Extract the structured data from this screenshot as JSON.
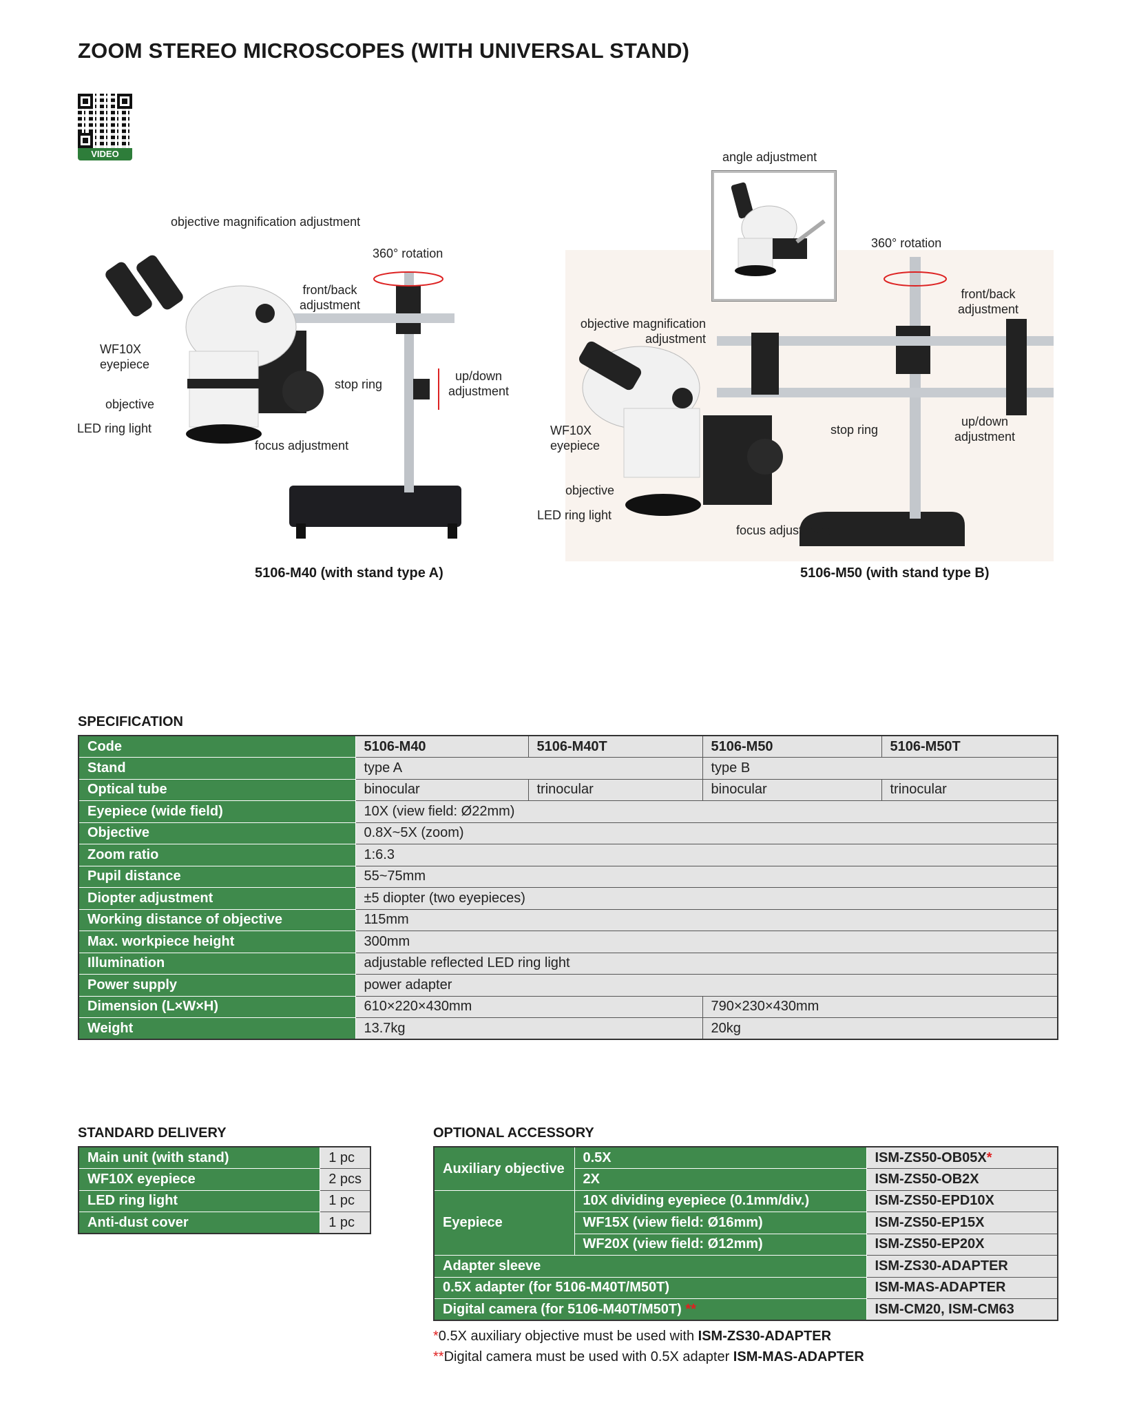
{
  "title": "ZOOM STEREO MICROSCOPES (WITH UNIVERSAL STAND)",
  "qr_label": "VIDEO",
  "figure_a": {
    "caption": "5106-M40 (with stand type A)",
    "labels": {
      "obj_mag": "objective magnification adjustment",
      "rotation": "360° rotation",
      "front_back": "front/back adjustment",
      "eyepiece": "WF10X eyepiece",
      "stop_ring": "stop ring",
      "up_down": "up/down adjustment",
      "objective": "objective",
      "led": "LED ring light",
      "focus": "focus adjustment"
    }
  },
  "figure_b": {
    "caption": "5106-M50 (with stand type B)",
    "labels": {
      "angle": "angle adjustment",
      "rotation": "360° rotation",
      "front_back": "front/back adjustment",
      "obj_mag": "objective magnification adjustment",
      "eyepiece": "WF10X eyepiece",
      "stop_ring": "stop ring",
      "up_down": "up/down adjustment",
      "objective": "objective",
      "led": "LED ring light",
      "focus": "focus adjustment"
    }
  },
  "spec": {
    "heading": "SPECIFICATION",
    "code": {
      "label": "Code",
      "values": [
        "5106-M40",
        "5106-M40T",
        "5106-M50",
        "5106-M50T"
      ]
    },
    "stand": {
      "label": "Stand",
      "values": [
        "type A",
        "type B"
      ]
    },
    "tube": {
      "label": "Optical tube",
      "values": [
        "binocular",
        "trinocular",
        "binocular",
        "trinocular"
      ]
    },
    "rows": [
      {
        "label": "Eyepiece (wide field)",
        "value": "10X (view field: Ø22mm)"
      },
      {
        "label": "Objective",
        "value": "0.8X~5X (zoom)"
      },
      {
        "label": "Zoom ratio",
        "value": "1:6.3"
      },
      {
        "label": "Pupil distance",
        "value": "55~75mm"
      },
      {
        "label": "Diopter adjustment",
        "value": "±5 diopter (two eyepieces)"
      },
      {
        "label": "Working distance of objective",
        "value": "115mm"
      },
      {
        "label": "Max. workpiece height",
        "value": "300mm"
      },
      {
        "label": "Illumination",
        "value": "adjustable reflected LED ring light"
      },
      {
        "label": "Power supply",
        "value": "power adapter"
      }
    ],
    "dimension": {
      "label": "Dimension (L×W×H)",
      "values": [
        "610×220×430mm",
        "790×230×430mm"
      ]
    },
    "weight": {
      "label": "Weight",
      "values": [
        "13.7kg",
        "20kg"
      ]
    }
  },
  "delivery": {
    "heading": "STANDARD DELIVERY",
    "items": [
      {
        "name": "Main unit (with stand)",
        "qty": "1 pc"
      },
      {
        "name": "WF10X eyepiece",
        "qty": "2 pcs"
      },
      {
        "name": "LED ring light",
        "qty": "1 pc"
      },
      {
        "name": "Anti-dust cover",
        "qty": "1 pc"
      }
    ]
  },
  "accessory": {
    "heading": "OPTIONAL ACCESSORY",
    "aux": {
      "group": "Auxiliary objective",
      "items": [
        {
          "name": "0.5X",
          "code": "ISM-ZS50-OB05X",
          "mark": "*"
        },
        {
          "name": "2X",
          "code": "ISM-ZS50-OB2X"
        }
      ]
    },
    "eye": {
      "group": "Eyepiece",
      "items": [
        {
          "name": "10X dividing eyepiece (0.1mm/div.)",
          "code": "ISM-ZS50-EPD10X"
        },
        {
          "name": "WF15X (view field: Ø16mm)",
          "code": "ISM-ZS50-EP15X"
        },
        {
          "name": "WF20X (view field: Ø12mm)",
          "code": "ISM-ZS50-EP20X"
        }
      ]
    },
    "others": [
      {
        "name": "Adapter sleeve",
        "code": "ISM-ZS30-ADAPTER"
      },
      {
        "name": "0.5X adapter (for 5106-M40T/M50T)",
        "code": "ISM-MAS-ADAPTER"
      },
      {
        "name": "Digital camera (for 5106-M40T/M50T)",
        "code": "ISM-CM20, ISM-CM63",
        "mark": "**"
      }
    ],
    "notes": [
      {
        "mark": "*",
        "text": "0.5X auxiliary objective must be used with ",
        "bold": "ISM-ZS30-ADAPTER"
      },
      {
        "mark": "**",
        "text": "Digital camera must be used with 0.5X adapter ",
        "bold": "ISM-MAS-ADAPTER"
      }
    ]
  }
}
